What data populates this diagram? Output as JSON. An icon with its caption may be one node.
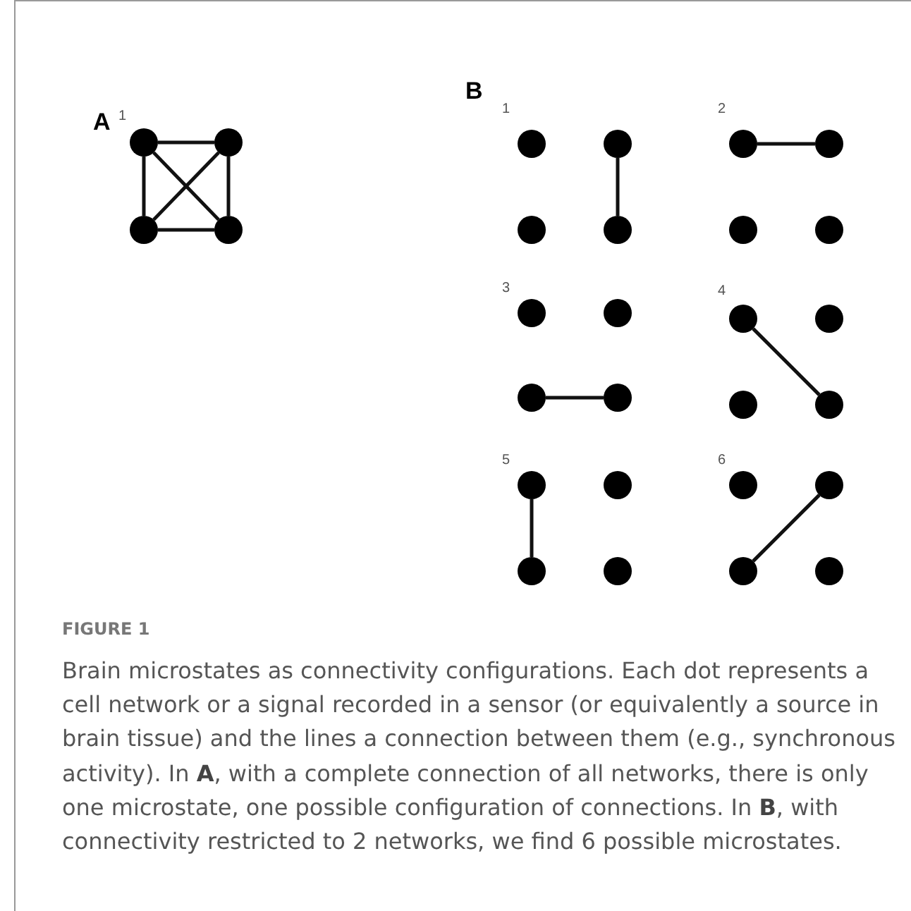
{
  "diagram": {
    "caption": "Brain microstates as connectivity configurations. Each dot represents a cell network or a signal recorded in a sensor (or equivalently a source in brain tissue) and the lines a connection between them (e.g., synchronous activity). In **A**, with a complete connection of all networks, there is only one microstate, one possible configuration of connections. In **B**, with connectivity restricted to 2 networks, we find 6 possible microstates.",
    "nodes": [
      {
        "text": [],
        "shape": "circle"
      },
      {
        "text": [],
        "shape": "circle"
      },
      {
        "text": [],
        "shape": "circle"
      },
      {
        "text": [],
        "shape": "circle"
      },
      {
        "text": [],
        "shape": "circle"
      },
      {
        "text": [],
        "shape": "circle"
      },
      {
        "text": [],
        "shape": "circle"
      },
      {
        "text": [],
        "shape": "circle"
      },
      {
        "text": [],
        "shape": "circle"
      },
      {
        "text": [],
        "shape": "circle"
      },
      {
        "text": [],
        "shape": "circle"
      },
      {
        "text": [],
        "shape": "circle"
      },
      {
        "text": [],
        "shape": "circle"
      },
      {
        "text": [],
        "shape": "circle"
      },
      {
        "text": [],
        "shape": "circle"
      },
      {
        "text": [],
        "shape": "circle"
      },
      {
        "text": [],
        "shape": "circle"
      },
      {
        "text": [],
        "shape": "circle"
      },
      {
        "text": [],
        "shape": "circle"
      },
      {
        "text": [],
        "shape": "circle"
      },
      {
        "text": [],
        "shape": "circle"
      },
      {
        "text": [],
        "shape": "circle"
      },
      {
        "text": [],
        "shape": "circle"
      },
      {
        "text": [],
        "shape": "circle"
      },
      {
        "text": [],
        "shape": "circle"
      },
      {
        "text": [],
        "shape": "circle"
      },
      {
        "text": [],
        "shape": "circle"
      },
      {
        "text": [],
        "shape": "circle"
      }
    ],
    "edges": [
      {
        "from": 0,
        "to": 1,
        "arrow": "none"
      },
      {
        "from": 0,
        "to": 2,
        "arrow": "none"
      },
      {
        "from": 0,
        "to": 3,
        "arrow": "none"
      },
      {
        "from": 1,
        "to": 2,
        "arrow": "none"
      },
      {
        "from": 1,
        "to": 3,
        "arrow": "none"
      },
      {
        "from": 2,
        "to": 3,
        "arrow": "none"
      },
      {
        "from": 5,
        "to": 7,
        "arrow": "none"
      },
      {
        "from": 8,
        "to": 9,
        "arrow": "none"
      },
      {
        "from": 14,
        "to": 15,
        "arrow": "none"
      },
      {
        "from": 16,
        "to": 19,
        "arrow": "none"
      },
      {
        "from": 20,
        "to": 22,
        "arrow": "none"
      },
      {
        "from": 25,
        "to": 26,
        "arrow": "none"
      }
    ],
    "labels": [
      "A",
      "B",
      "1",
      "1",
      "2",
      "3",
      "4",
      "5",
      "6",
      "FIGURE 1"
    ]
  }
}
